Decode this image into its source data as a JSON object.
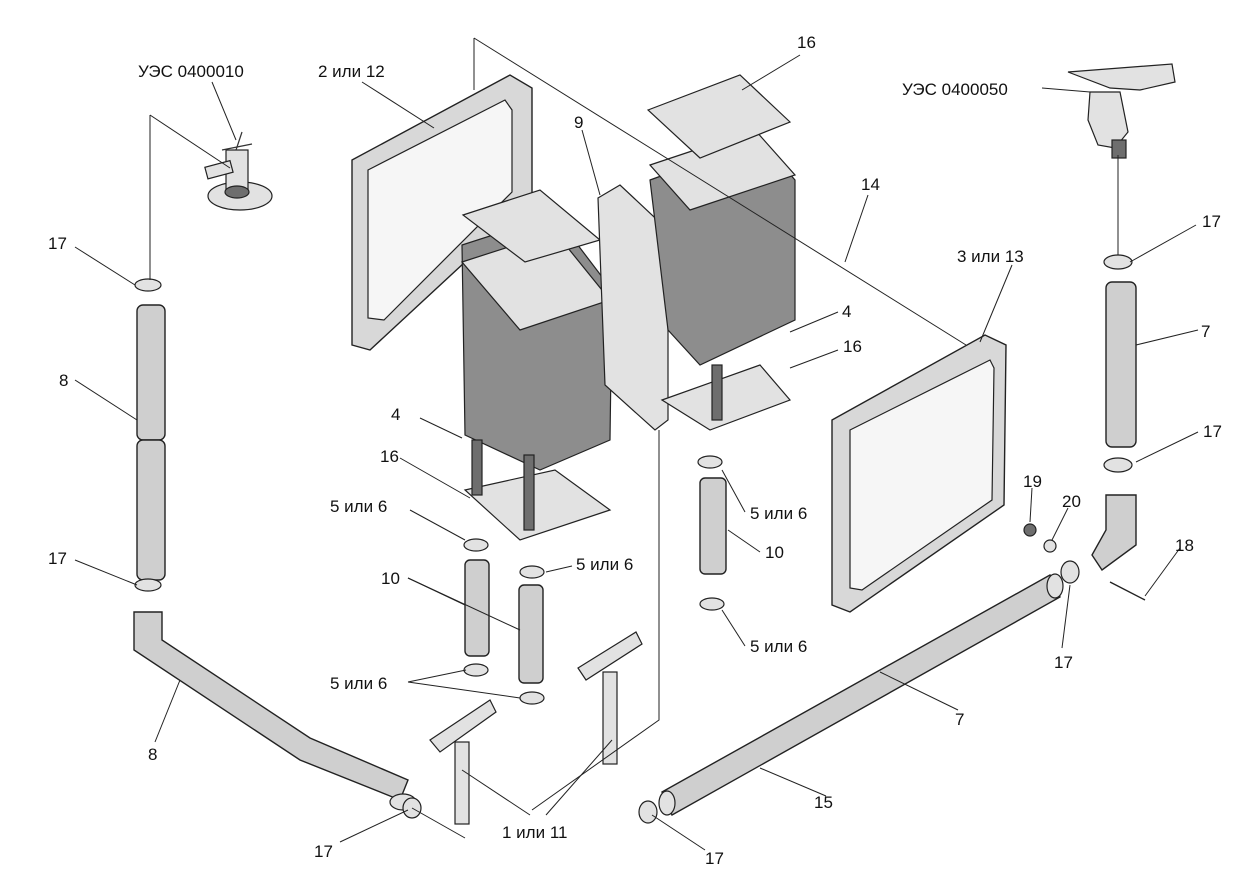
{
  "labels": {
    "l_ues10": "УЭС 0400010",
    "l_2_12": "2 или 12",
    "l_16_top": "16",
    "l_ues50": "УЭС 0400050",
    "l_9": "9",
    "l_14": "14",
    "l_17_r1": "17",
    "l_17_l1": "17",
    "l_3_13": "3 или 13",
    "l_7_r": "7",
    "l_8_l1": "8",
    "l_4_r": "4",
    "l_16_mid": "16",
    "l_4_l": "4",
    "l_17_r2": "17",
    "l_16_l": "16",
    "l_19": "19",
    "l_20": "20",
    "l_56_a": "5 или 6",
    "l_56_b": "5 или 6",
    "l_18": "18",
    "l_10_r": "10",
    "l_17_l2": "17",
    "l_56_c": "5 или 6",
    "l_10_l": "10",
    "l_56_d": "5 или 6",
    "l_17_r3": "17",
    "l_56_e": "5 или 6",
    "l_7_b": "7",
    "l_8_l2": "8",
    "l_15": "15",
    "l_1_11": "1 или 11",
    "l_17_bl": "17",
    "l_17_bm": "17"
  }
}
